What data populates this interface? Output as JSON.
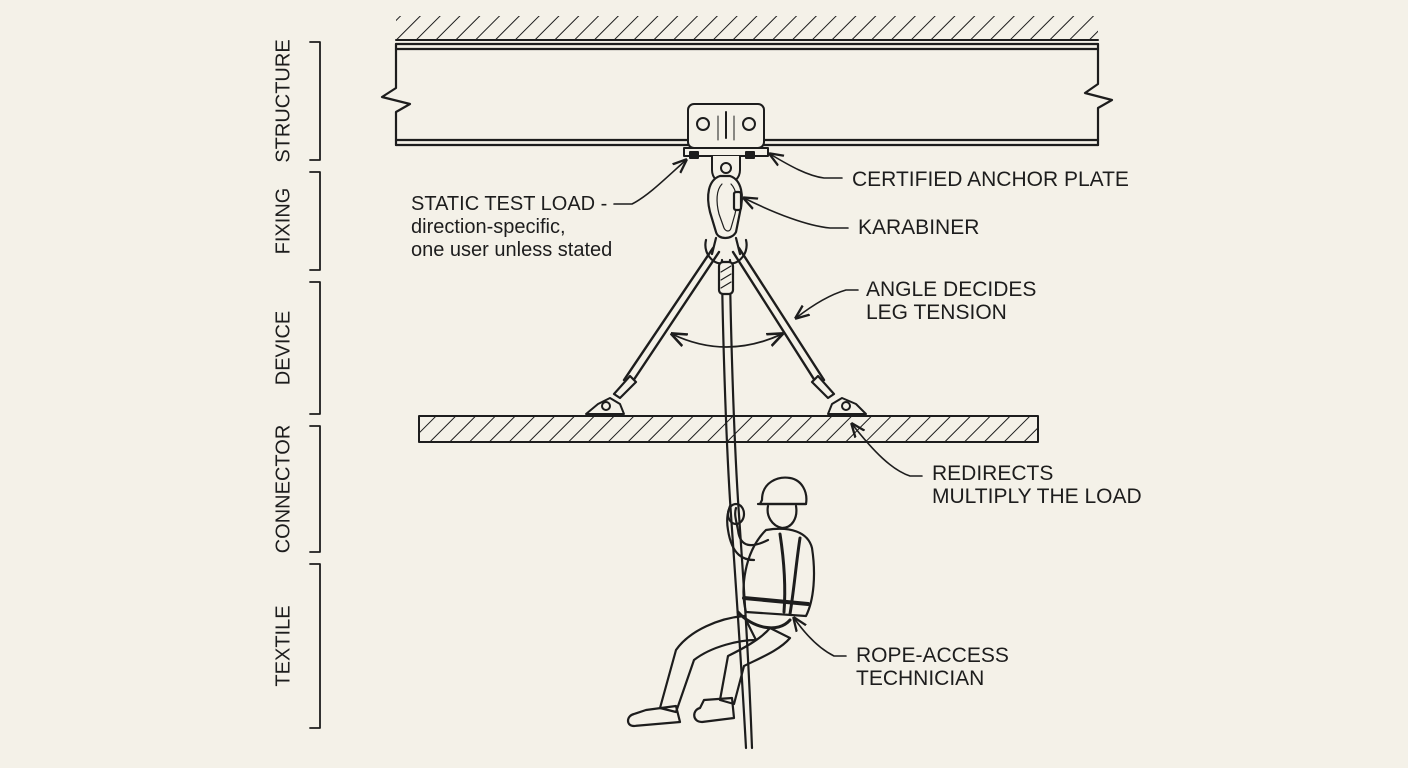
{
  "sections": [
    {
      "id": "structure",
      "label": "STRUCTURE"
    },
    {
      "id": "fixing",
      "label": "FIXING"
    },
    {
      "id": "device",
      "label": "DEVICE"
    },
    {
      "id": "connector",
      "label": "CONNECTOR"
    },
    {
      "id": "textile",
      "label": "TEXTILE"
    }
  ],
  "callouts": {
    "anchor_plate": "CERTIFIED ANCHOR PLATE",
    "karabiner": "KARABINER",
    "static_test_load": [
      "STATIC TEST LOAD -",
      "direction-specific,",
      "one user unless stated"
    ],
    "angle": [
      "ANGLE DECIDES",
      "LEG TENSION"
    ],
    "redirects": [
      "REDIRECTS",
      "MULTIPLY THE LOAD"
    ],
    "technician": [
      "ROPE-ACCESS",
      "TECHNICIAN"
    ]
  },
  "colors": {
    "ink": "#1d1d1d",
    "paper": "#f4f1e8"
  }
}
